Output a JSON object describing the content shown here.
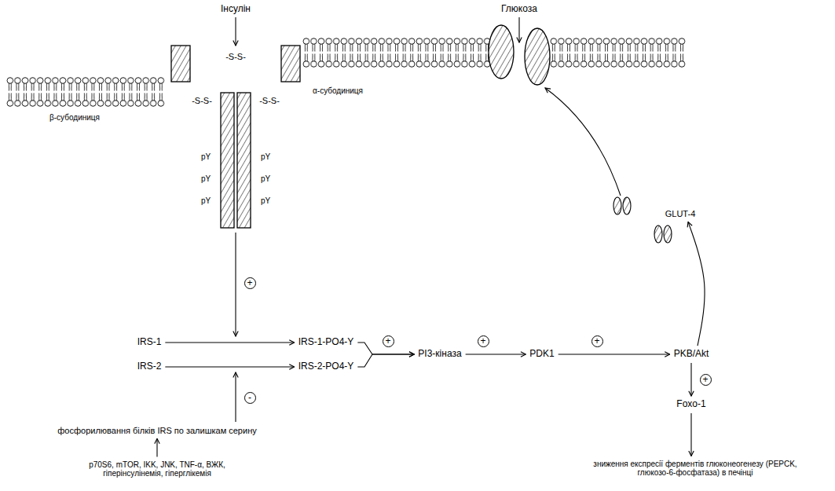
{
  "diagram": {
    "nodes": [
      {
        "text": [
          "GLUT-4"
        ]
      },
      {
        "text": [
          "IRS-1"
        ]
      },
      {
        "text": [
          "IRS-2"
        ]
      },
      {
        "text": [
          "IRS-1-PO4-Y"
        ]
      },
      {
        "text": [
          "IRS-2-PO4-Y"
        ]
      },
      {
        "text": [
          "PI3-кіназа"
        ]
      },
      {
        "text": [
          "PDK1"
        ]
      },
      {
        "text": [
          "PKB/Akt"
        ]
      },
      {
        "text": [
          "Foxo-1"
        ]
      },
      {
        "text": [
          "зниження експресії ферментів глюконеогенезу (PEPCK, глюкозо-6-фосфатаза) в печінці"
        ]
      },
      {
        "text": [
          "фосфорилювання білків IRS по залишкам серину"
        ]
      },
      {
        "text": [
          "p70S6, mTOR, IKK, JNK, TNF-α, ВЖК, гіперінсулінемія, гіперглікемія"
        ]
      }
    ],
    "edges": [
      {
        "from": 1,
        "to": 3,
        "arrow": "to"
      },
      {
        "from": 2,
        "to": 4,
        "arrow": "to"
      },
      {
        "from": 3,
        "to": 5,
        "arrow": "to",
        "label": "+"
      },
      {
        "from": 4,
        "to": 5,
        "arrow": "to"
      },
      {
        "from": 5,
        "to": 6,
        "arrow": "to",
        "label": "+"
      },
      {
        "from": 6,
        "to": 7,
        "arrow": "to",
        "label": "+"
      },
      {
        "from": 7,
        "to": 0,
        "arrow": "to"
      },
      {
        "from": 7,
        "to": 8,
        "arrow": "to",
        "label": "+"
      },
      {
        "from": 8,
        "to": 9,
        "arrow": "to"
      },
      {
        "from": 11,
        "to": 10,
        "arrow": "to"
      }
    ],
    "labels": [
      "Інсулін",
      "-S-S-",
      "α-субодиниця",
      "-S-S-",
      "-S-S-",
      "β-субодиниця",
      "pY",
      "pY",
      "pY",
      "pY",
      "pY",
      "pY",
      "Глюкоза",
      "+",
      "-"
    ]
  }
}
